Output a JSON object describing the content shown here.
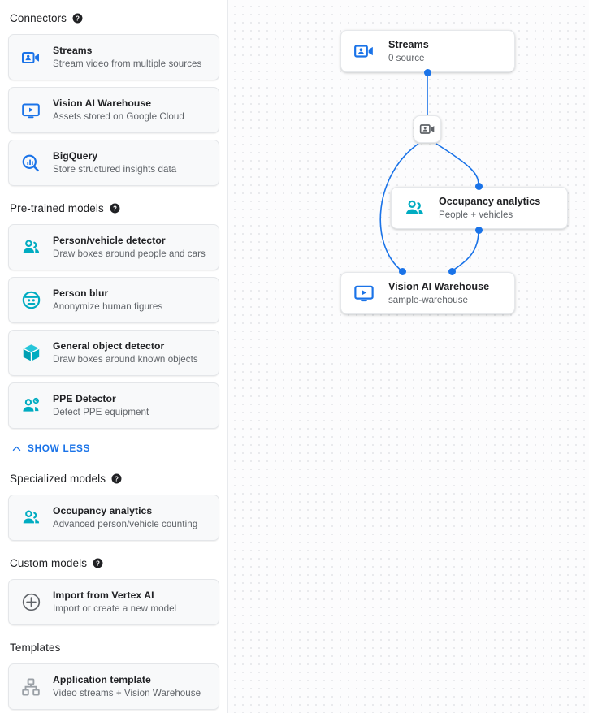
{
  "sidebar": {
    "sections": [
      {
        "title": "Connectors",
        "has_help": true,
        "help_icon": "help-icon",
        "cards": [
          {
            "icon": "video-camera-person-icon",
            "icon_color": "#1a73e8",
            "title": "Streams",
            "subtitle": "Stream video from multiple sources"
          },
          {
            "icon": "video-monitor-play-icon",
            "icon_color": "#1a73e8",
            "title": "Vision AI Warehouse",
            "subtitle": "Assets stored on Google Cloud"
          },
          {
            "icon": "bigquery-search-chart-icon",
            "icon_color": "#1a73e8",
            "title": "BigQuery",
            "subtitle": "Store structured insights data"
          }
        ]
      },
      {
        "title": "Pre-trained models",
        "has_help": true,
        "help_icon": "help-icon",
        "cards": [
          {
            "icon": "people-group-icon",
            "icon_color": "#00acc1",
            "title": "Person/vehicle detector",
            "subtitle": "Draw boxes around people and cars"
          },
          {
            "icon": "person-face-blur-icon",
            "icon_color": "#00acc1",
            "title": "Person blur",
            "subtitle": "Anonymize human figures"
          },
          {
            "icon": "cube-box-icon",
            "icon_color": "#00acc1",
            "title": "General object detector",
            "subtitle": "Draw boxes around known objects"
          },
          {
            "icon": "ppe-person-gear-icon",
            "icon_color": "#00acc1",
            "title": "PPE Detector",
            "subtitle": "Detect PPE equipment"
          }
        ],
        "footer_link": {
          "label": "SHOW LESS",
          "icon": "chevron-up-icon",
          "color": "#1a73e8"
        }
      },
      {
        "title": "Specialized models",
        "has_help": true,
        "help_icon": "help-icon",
        "cards": [
          {
            "icon": "people-group-icon",
            "icon_color": "#00acc1",
            "title": "Occupancy analytics",
            "subtitle": "Advanced person/vehicle counting"
          }
        ]
      },
      {
        "title": "Custom models",
        "has_help": true,
        "help_icon": "help-icon",
        "cards": [
          {
            "icon": "plus-circle-icon",
            "icon_color": "#5f6368",
            "title": "Import from Vertex AI",
            "subtitle": "Import or create a new model"
          }
        ]
      },
      {
        "title": "Templates",
        "has_help": false,
        "cards": [
          {
            "icon": "account-tree-icon",
            "icon_color": "#9aa0a6",
            "title": "Application template",
            "subtitle": "Video streams + Vision Warehouse"
          }
        ]
      }
    ]
  },
  "canvas": {
    "grid": "dotted",
    "edge_color": "#1a73e8",
    "nodes": [
      {
        "id": "streams",
        "icon": "video-camera-person-icon",
        "icon_color": "#1a73e8",
        "title": "Streams",
        "subtitle": "0 source"
      },
      {
        "id": "occupancy",
        "icon": "people-group-icon",
        "icon_color": "#00acc1",
        "title": "Occupancy analytics",
        "subtitle": "People + vehicles"
      },
      {
        "id": "warehouse",
        "icon": "video-monitor-play-icon",
        "icon_color": "#1a73e8",
        "title": "Vision AI Warehouse",
        "subtitle": "sample-warehouse"
      }
    ],
    "mini_node": {
      "icon": "video-camera-person-icon",
      "icon_color": "#5f6368"
    }
  }
}
